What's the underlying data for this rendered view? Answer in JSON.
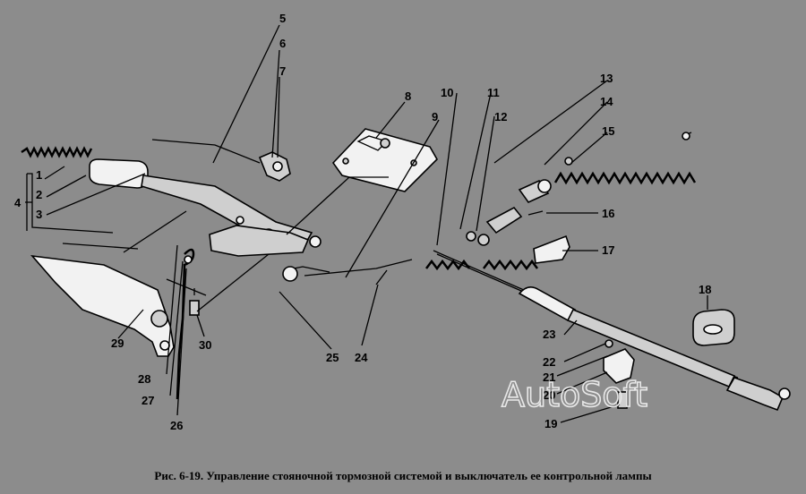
{
  "caption": "Рис. 6-19. Управление стояночной тормозной системой и выключатель ее контрольной лампы",
  "watermark": "AutoSoft",
  "callouts": [
    "1",
    "2",
    "3",
    "4",
    "5",
    "6",
    "7",
    "8",
    "9",
    "10",
    "11",
    "12",
    "13",
    "14",
    "15",
    "16",
    "17",
    "18",
    "19",
    "20",
    "21",
    "22",
    "23",
    "24",
    "25",
    "26",
    "27",
    "28",
    "29",
    "30"
  ],
  "colors": {
    "background": "#8c8c8c",
    "ink": "#000000",
    "watermark": "#e8e8e8"
  }
}
